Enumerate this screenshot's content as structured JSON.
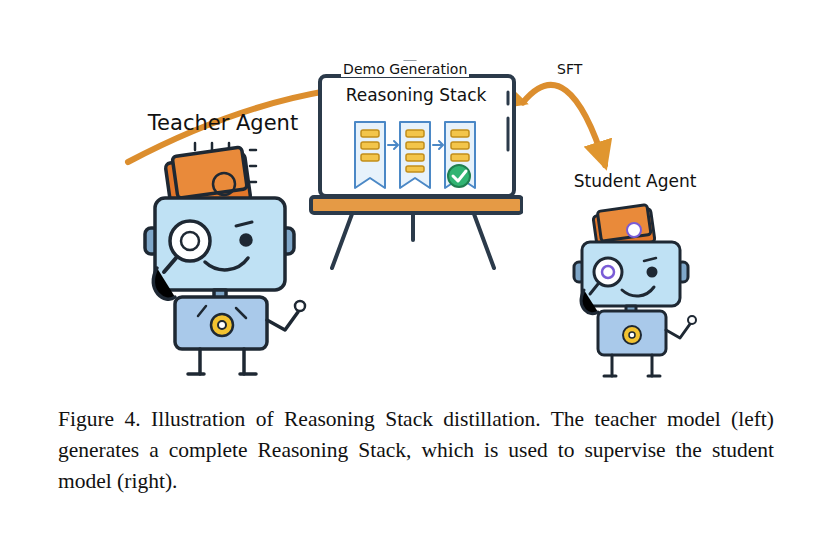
{
  "diagram": {
    "caption": "Figure 4. Illustration of Reasoning Stack distillation. The teacher model (left) generates a complete Reasoning Stack, which is used to supervise the student model (right).",
    "nodes": [
      {
        "text": [
          "Teacher Agent"
        ]
      },
      {
        "text": [
          "Reasoning Stack"
        ]
      },
      {
        "text": [
          "Student Agent"
        ]
      }
    ],
    "edges": [
      {
        "from": 0,
        "to": 1,
        "label": "Demo Generation",
        "arrow": "to"
      },
      {
        "from": 1,
        "to": 2,
        "label": "SFT",
        "arrow": "to"
      }
    ]
  }
}
